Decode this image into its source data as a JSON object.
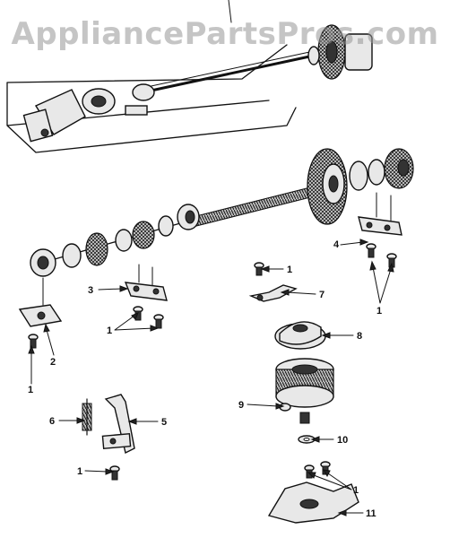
{
  "watermark": "AppliancePartsPros.com",
  "callouts": {
    "c1a": "1",
    "c1b": "1",
    "c1c": "1",
    "c1d": "1",
    "c1e": "1",
    "c1f": "1",
    "c2": "2",
    "c3": "3",
    "c4": "4",
    "c5": "5",
    "c6": "6",
    "c7": "7",
    "c8": "8",
    "c9": "9",
    "c10": "10",
    "c11": "11"
  }
}
